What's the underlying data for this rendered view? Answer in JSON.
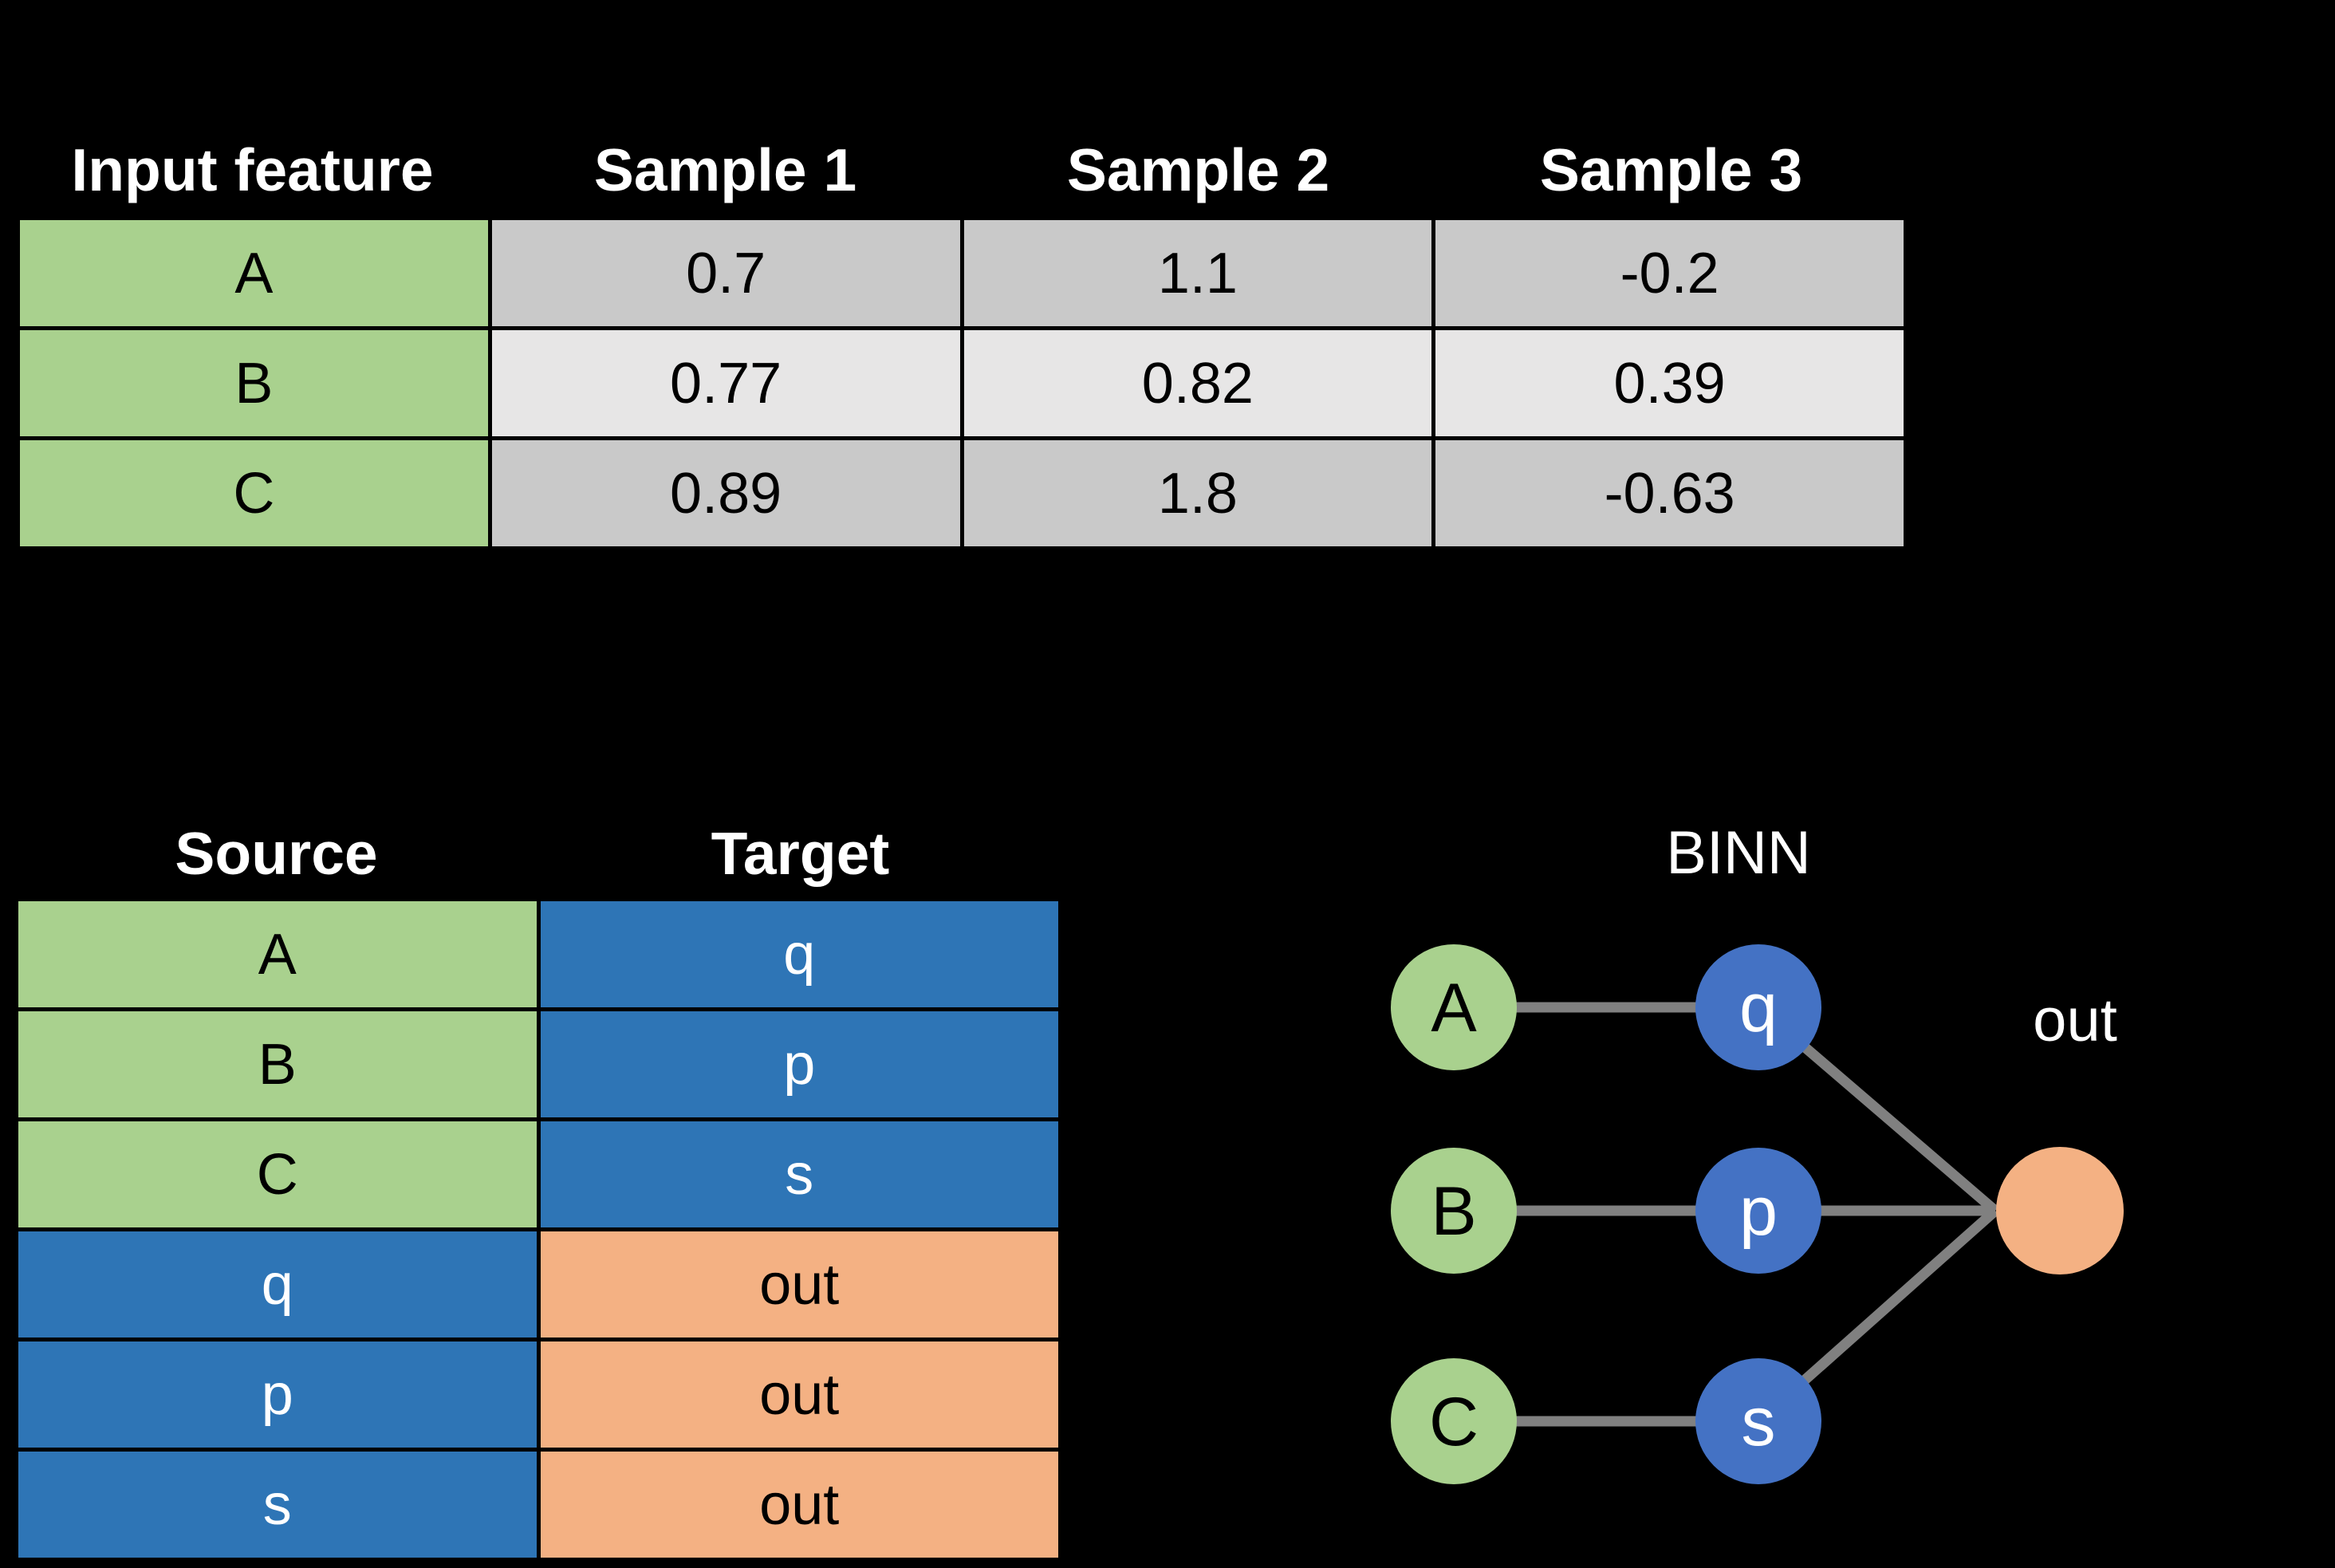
{
  "colors": {
    "background": "#000000",
    "feature_green": "#a9d18e",
    "table_blue": "#2e75b6",
    "node_blue": "#4472c4",
    "output_orange": "#f4b183",
    "row_gray_dark": "#c9c9c9",
    "row_gray_light": "#e7e6e6",
    "edge_gray": "#808080",
    "header_text": "#ffffff"
  },
  "feature_table": {
    "headers": [
      "Input feature",
      "Sample 1",
      "Sample 2",
      "Sample 3"
    ],
    "rows": [
      {
        "feature": "A",
        "values": [
          "0.7",
          "1.1",
          "-0.2"
        ]
      },
      {
        "feature": "B",
        "values": [
          "0.77",
          "0.82",
          "0.39"
        ]
      },
      {
        "feature": "C",
        "values": [
          "0.89",
          "1.8",
          "-0.63"
        ]
      }
    ]
  },
  "edge_table": {
    "headers": [
      "Source",
      "Target"
    ],
    "rows": [
      {
        "source": "A",
        "target": "q"
      },
      {
        "source": "B",
        "target": "p"
      },
      {
        "source": "C",
        "target": "s"
      },
      {
        "source": "q",
        "target": "out"
      },
      {
        "source": "p",
        "target": "out"
      },
      {
        "source": "s",
        "target": "out"
      }
    ]
  },
  "diagram": {
    "title": "BINN",
    "output_label": "out",
    "nodes": {
      "inputs": [
        "A",
        "B",
        "C"
      ],
      "hidden": [
        "q",
        "p",
        "s"
      ]
    },
    "edges": [
      "A-q",
      "B-p",
      "C-s",
      "q-out",
      "p-out",
      "s-out"
    ]
  }
}
